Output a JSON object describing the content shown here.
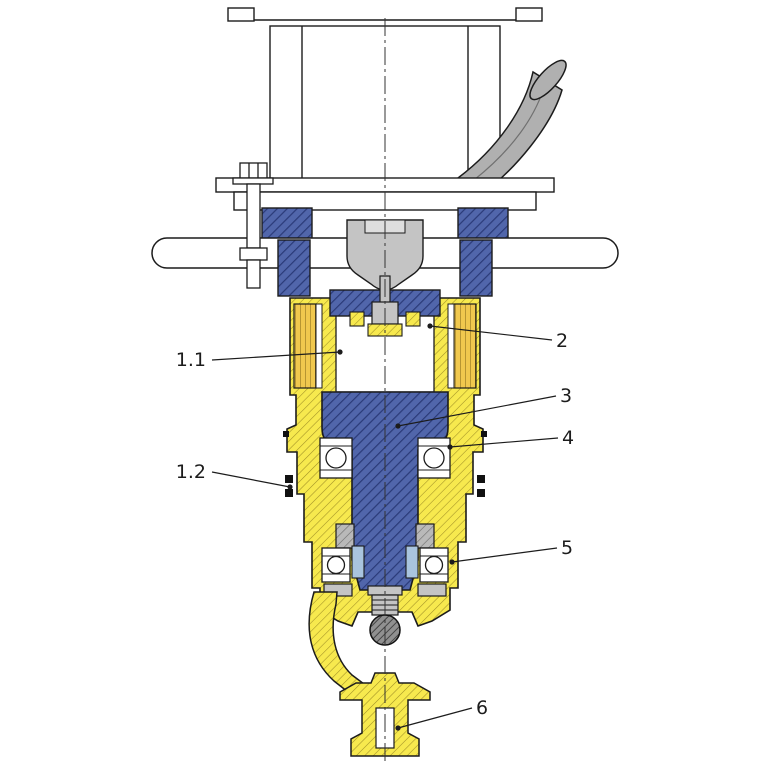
{
  "colors": {
    "section_blue": "#5166ab",
    "section_blue_hatch": "#2a3a78",
    "section_yellow": "#f7e94e",
    "section_yellow_hatch": "#a08f26",
    "coil_orange": "#f0c84e",
    "metal_gray": "#c4c4c4",
    "pipe_gray": "#b0b0b0",
    "dark_ball_gray": "#909090",
    "light_blue_spacer": "#a9c4de",
    "outline": "#1c1c1c"
  },
  "part_labels": [
    {
      "text": "1.1"
    },
    {
      "text": "2"
    },
    {
      "text": "3"
    },
    {
      "text": "4"
    },
    {
      "text": "1.2"
    },
    {
      "text": "5"
    },
    {
      "text": "6"
    }
  ]
}
